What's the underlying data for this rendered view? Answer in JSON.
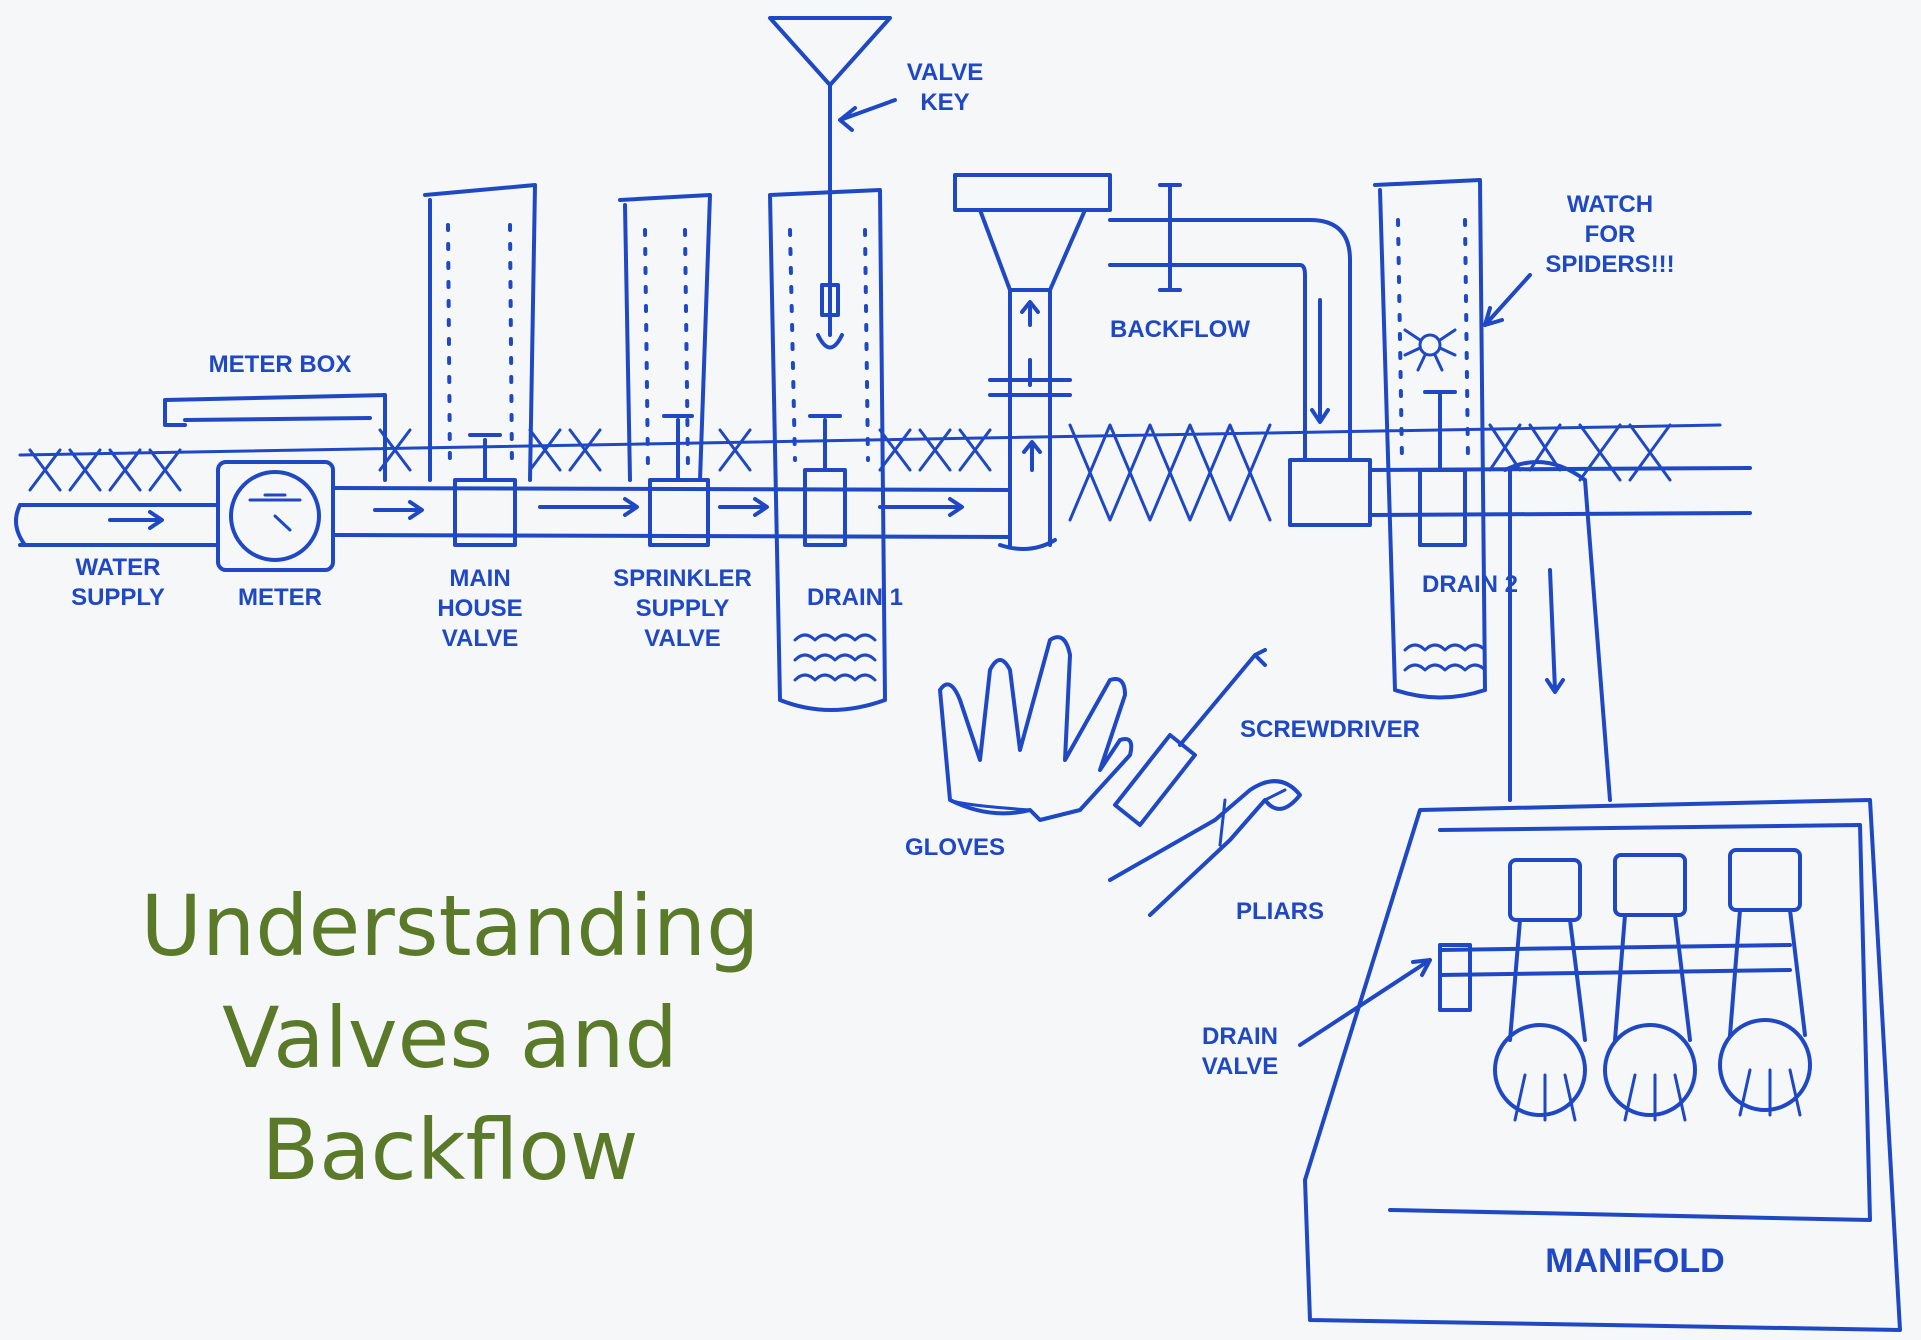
{
  "title": "Understanding\nValves and\nBackflow",
  "labels": {
    "water_supply": "WATER\nSUPPLY",
    "meter": "METER",
    "meter_box": "METER BOX",
    "main_house_valve": "MAIN\nHOUSE\nVALVE",
    "sprinkler_supply_valve": "SPRINKLER\nSUPPLY\nVALVE",
    "drain_1": "DRAIN 1",
    "valve_key": "VALVE\nKEY",
    "backflow": "BACKFLOW",
    "watch_for_spiders": "WATCH\nFOR\nSPIDERS!!!",
    "drain_2": "DRAIN 2",
    "screwdriver": "SCREWDRIVER",
    "gloves": "GLOVES",
    "pliars": "PLIARS",
    "drain_valve": "DRAIN\nVALVE",
    "manifold": "MANIFOLD"
  },
  "colors": {
    "ink": "#1f48c4",
    "title": "#5a7a2a",
    "board": "#f6f7f8"
  },
  "icons": [
    "arrow-icon",
    "gauge-icon",
    "spider-icon",
    "glove-icon",
    "screwdriver-icon",
    "pliers-icon",
    "sprinkler-valve-icon"
  ]
}
